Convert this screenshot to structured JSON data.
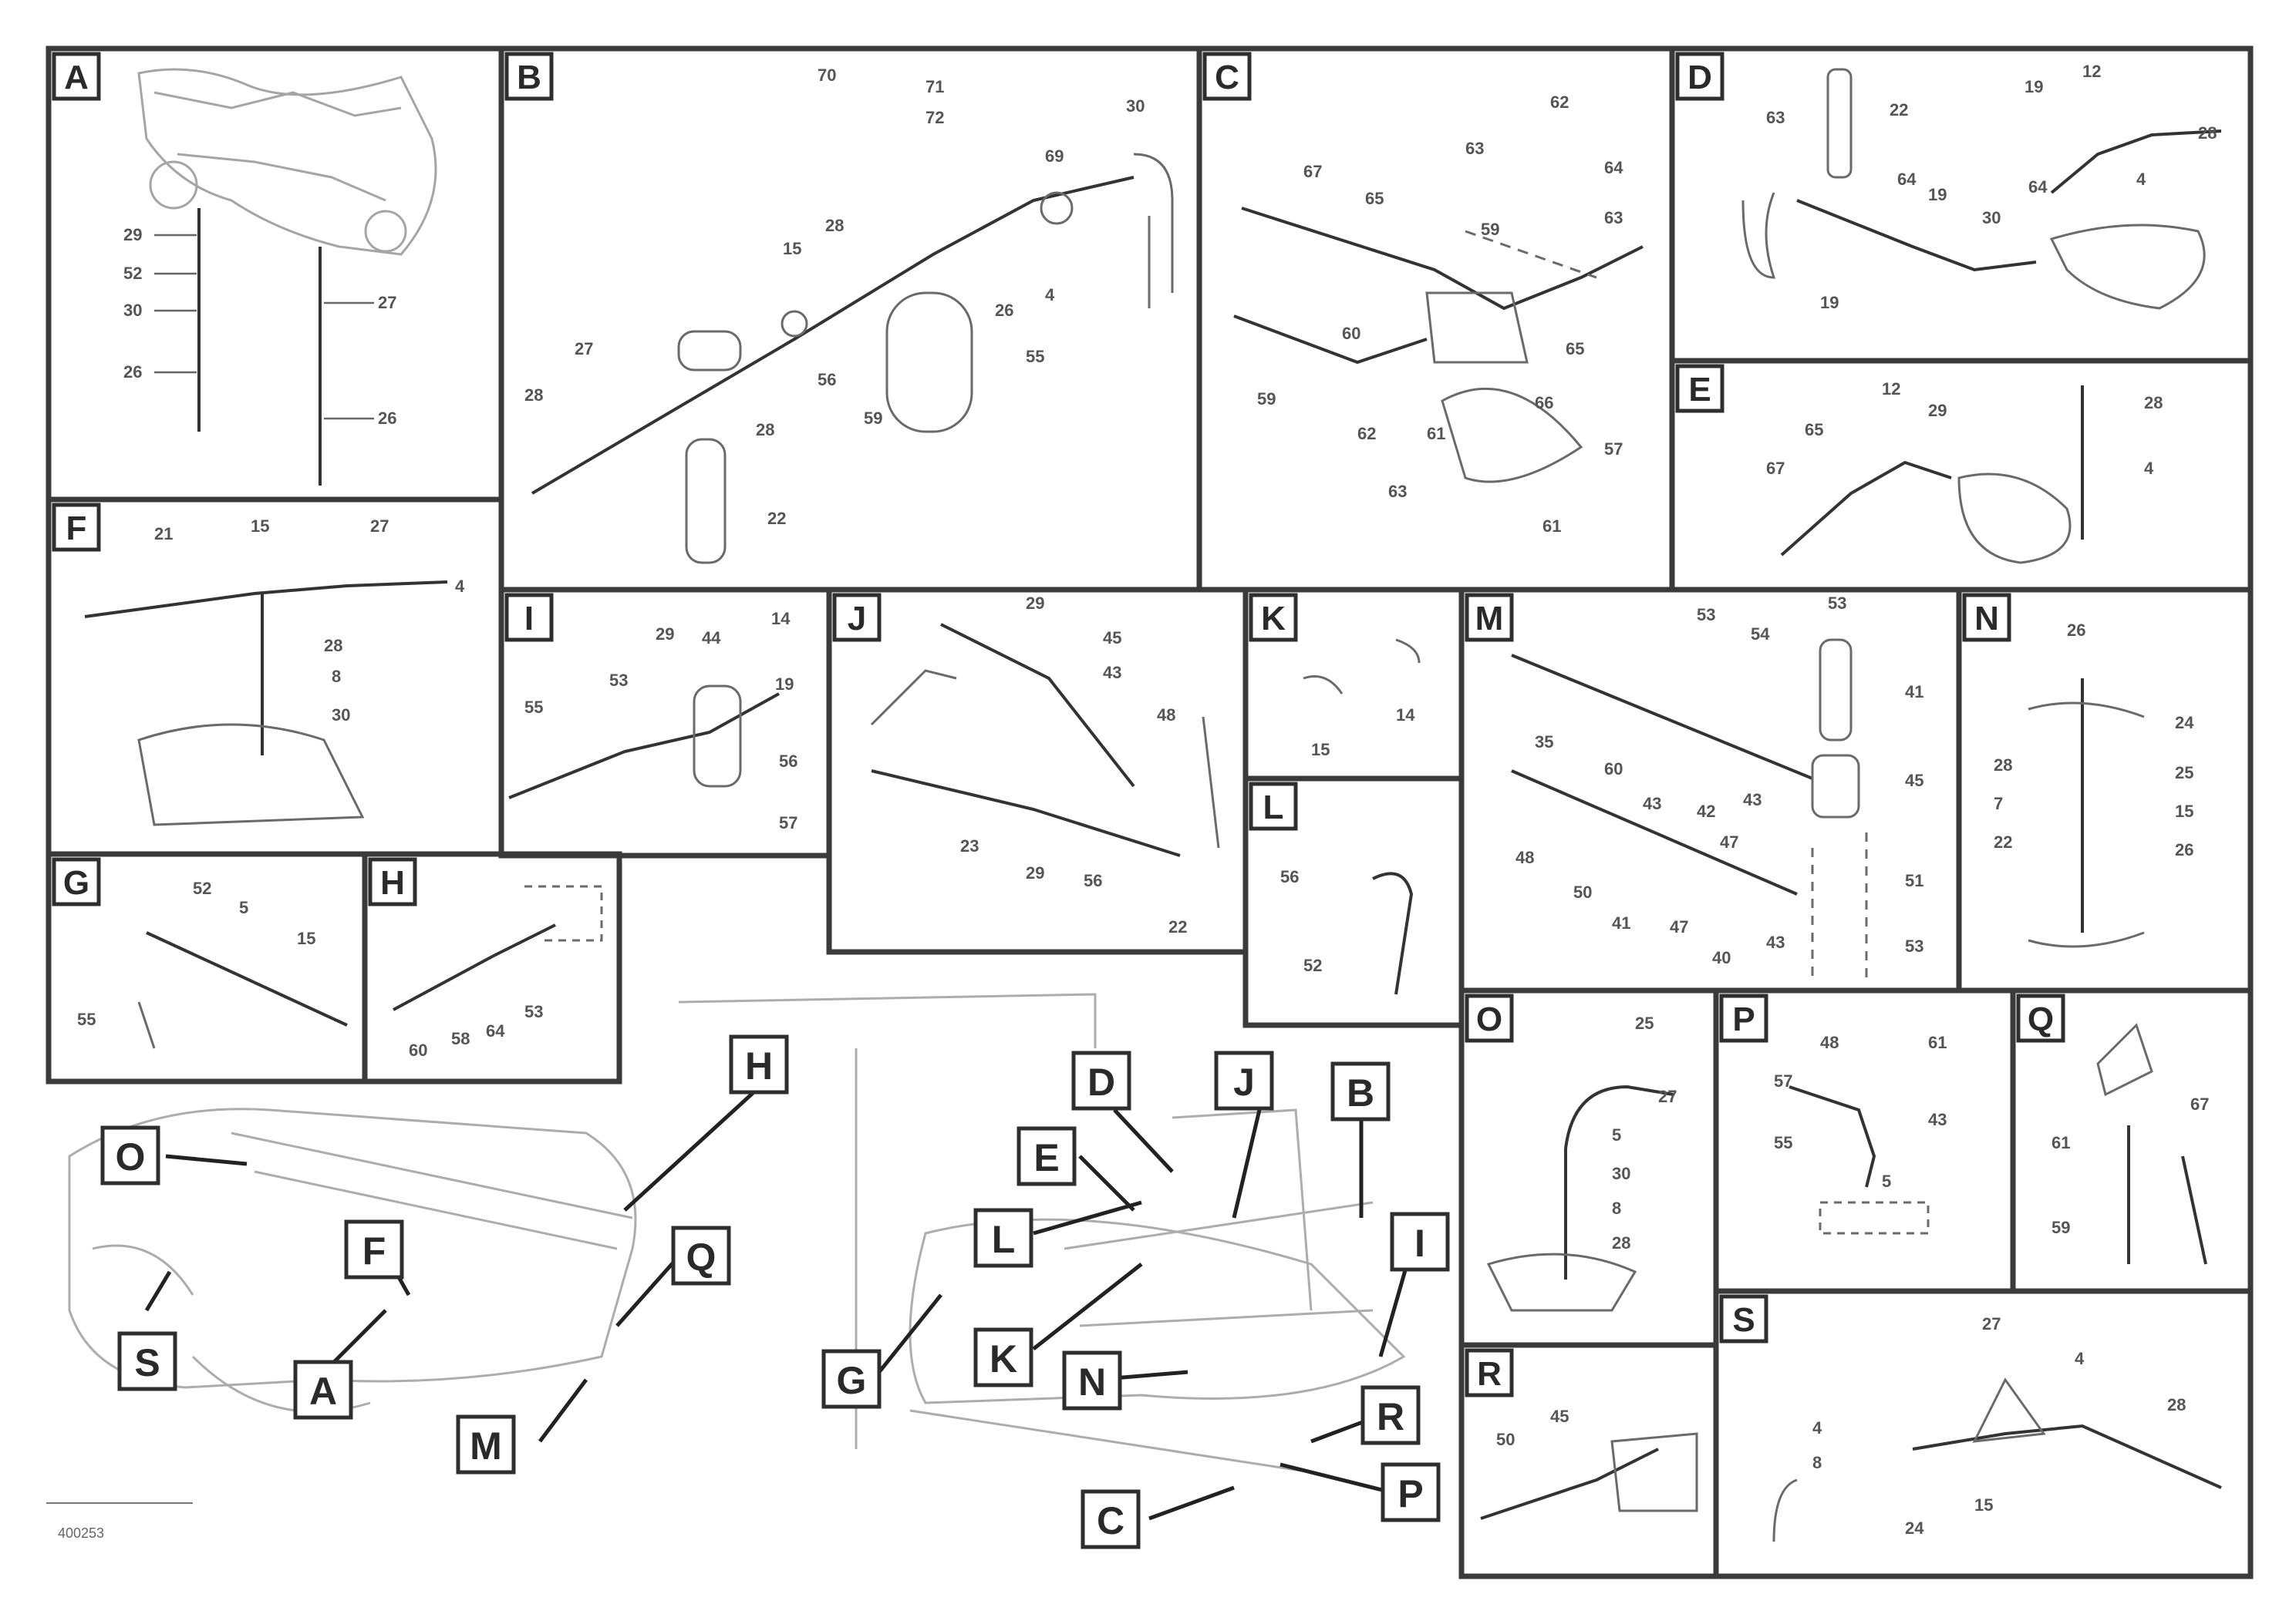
{
  "panels": [
    {
      "id": "A",
      "label": "A",
      "numbers": [
        "29",
        "52",
        "30",
        "26",
        "27",
        "26"
      ]
    },
    {
      "id": "B",
      "label": "B",
      "numbers": [
        "70",
        "71",
        "72",
        "69",
        "28",
        "30",
        "15",
        "4",
        "26",
        "55",
        "27",
        "28",
        "28",
        "22",
        "56",
        "59"
      ]
    },
    {
      "id": "C",
      "label": "C",
      "numbers": [
        "62",
        "67",
        "65",
        "63",
        "64",
        "63",
        "65",
        "66",
        "57",
        "61",
        "59",
        "62",
        "63",
        "60",
        "61",
        "59"
      ]
    },
    {
      "id": "D",
      "label": "D",
      "numbers": [
        "22",
        "63",
        "64",
        "12",
        "19",
        "28",
        "4",
        "64",
        "19",
        "30",
        "19"
      ]
    },
    {
      "id": "E",
      "label": "E",
      "numbers": [
        "12",
        "29",
        "28",
        "67",
        "65",
        "4"
      ]
    },
    {
      "id": "F",
      "label": "F",
      "numbers": [
        "21",
        "15",
        "27",
        "4",
        "28",
        "8",
        "30"
      ]
    },
    {
      "id": "G",
      "label": "G",
      "numbers": [
        "52",
        "5",
        "15",
        "55"
      ]
    },
    {
      "id": "H",
      "label": "H",
      "numbers": [
        "60",
        "58",
        "64",
        "53"
      ]
    },
    {
      "id": "I",
      "label": "I",
      "numbers": [
        "29",
        "44",
        "14",
        "53",
        "55",
        "19",
        "56",
        "57"
      ]
    },
    {
      "id": "J",
      "label": "J",
      "numbers": [
        "29",
        "45",
        "43",
        "48",
        "23",
        "29",
        "56",
        "22"
      ]
    },
    {
      "id": "K",
      "label": "K",
      "numbers": [
        "15",
        "14"
      ]
    },
    {
      "id": "L",
      "label": "L",
      "numbers": [
        "56",
        "52"
      ]
    },
    {
      "id": "M",
      "label": "M",
      "numbers": [
        "53",
        "53",
        "54",
        "41",
        "35",
        "60",
        "43",
        "42",
        "43",
        "47",
        "45",
        "48",
        "50",
        "41",
        "47",
        "43",
        "40",
        "51",
        "53"
      ]
    },
    {
      "id": "N",
      "label": "N",
      "numbers": [
        "26",
        "24",
        "28",
        "25",
        "7",
        "15",
        "22",
        "26"
      ]
    },
    {
      "id": "O",
      "label": "O",
      "numbers": [
        "25",
        "27",
        "5",
        "30",
        "8",
        "28"
      ]
    },
    {
      "id": "P",
      "label": "P",
      "numbers": [
        "48",
        "61",
        "57",
        "55",
        "43",
        "5"
      ]
    },
    {
      "id": "Q",
      "label": "Q",
      "numbers": [
        "67",
        "61",
        "59"
      ]
    },
    {
      "id": "R",
      "label": "R",
      "numbers": [
        "50",
        "45"
      ]
    },
    {
      "id": "S",
      "label": "S",
      "numbers": [
        "27",
        "4",
        "28",
        "4",
        "8",
        "15",
        "24"
      ]
    }
  ],
  "callouts": [
    "H",
    "O",
    "D",
    "J",
    "B",
    "E",
    "F",
    "Q",
    "L",
    "I",
    "S",
    "A",
    "G",
    "K",
    "N",
    "R",
    "M",
    "C",
    "P"
  ],
  "figure_code": "400253"
}
